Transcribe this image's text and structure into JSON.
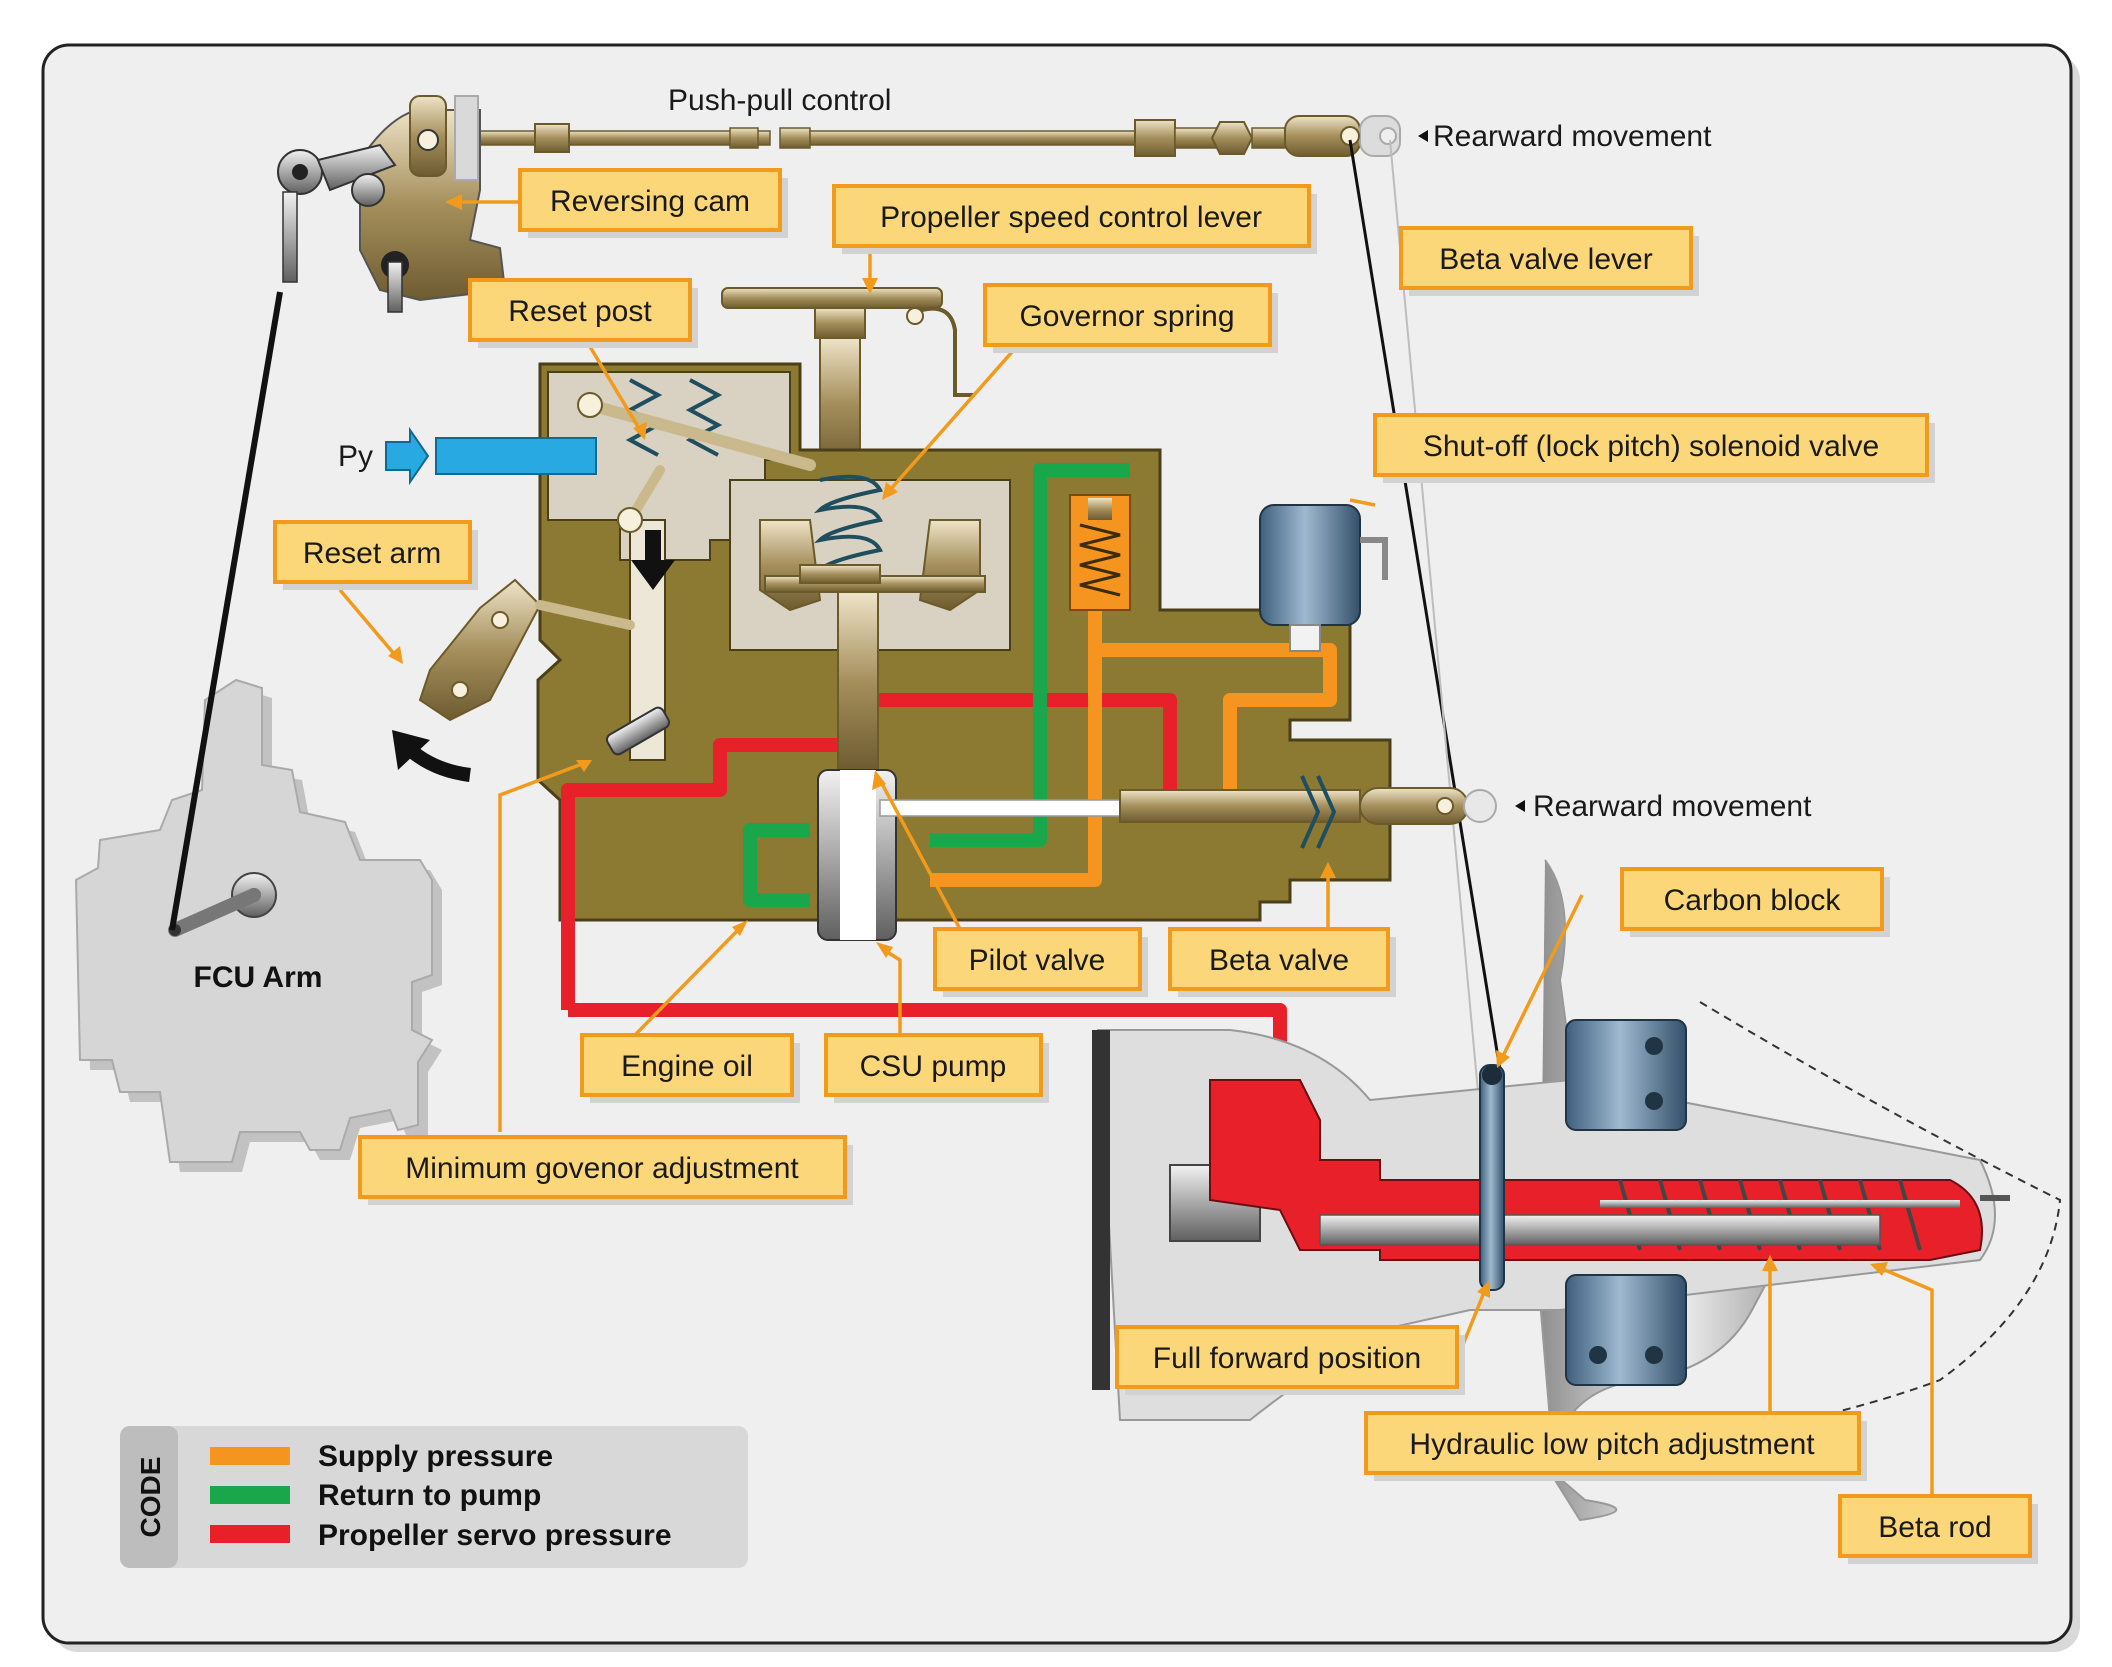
{
  "labels": {
    "push_pull": "Push-pull control",
    "rearward_top": "Rearward movement",
    "reversing_cam": "Reversing cam",
    "prop_speed_lever": "Propeller speed control lever",
    "beta_valve_lever": "Beta valve lever",
    "reset_post": "Reset post",
    "governor_spring": "Governor spring",
    "py": "Py",
    "shutoff_solenoid": "Shut-off (lock pitch) solenoid valve",
    "reset_arm": "Reset arm",
    "rearward_mid": "Rearward movement",
    "carbon_block": "Carbon block",
    "pilot_valve": "Pilot valve",
    "beta_valve": "Beta valve",
    "fcu_arm": "FCU Arm",
    "engine_oil": "Engine oil",
    "csu_pump": "CSU pump",
    "min_governor": "Minimum govenor adjustment",
    "full_forward": "Full forward position",
    "hydraulic_low_pitch": "Hydraulic low pitch adjustment",
    "beta_rod": "Beta rod"
  },
  "legend": {
    "title": "CODE",
    "items": [
      {
        "label": "Supply pressure",
        "color": "#f5941f"
      },
      {
        "label": "Return to pump",
        "color": "#1aa64a"
      },
      {
        "label": "Propeller servo pressure",
        "color": "#e8202a"
      }
    ]
  },
  "colors": {
    "callout_fill": "#fbd77a",
    "callout_border": "#f29a1c",
    "housing": "#8c7a32",
    "supply": "#f5941f",
    "return": "#1aa64a",
    "servo": "#e8202a",
    "py_arrow": "#29a9e1"
  }
}
